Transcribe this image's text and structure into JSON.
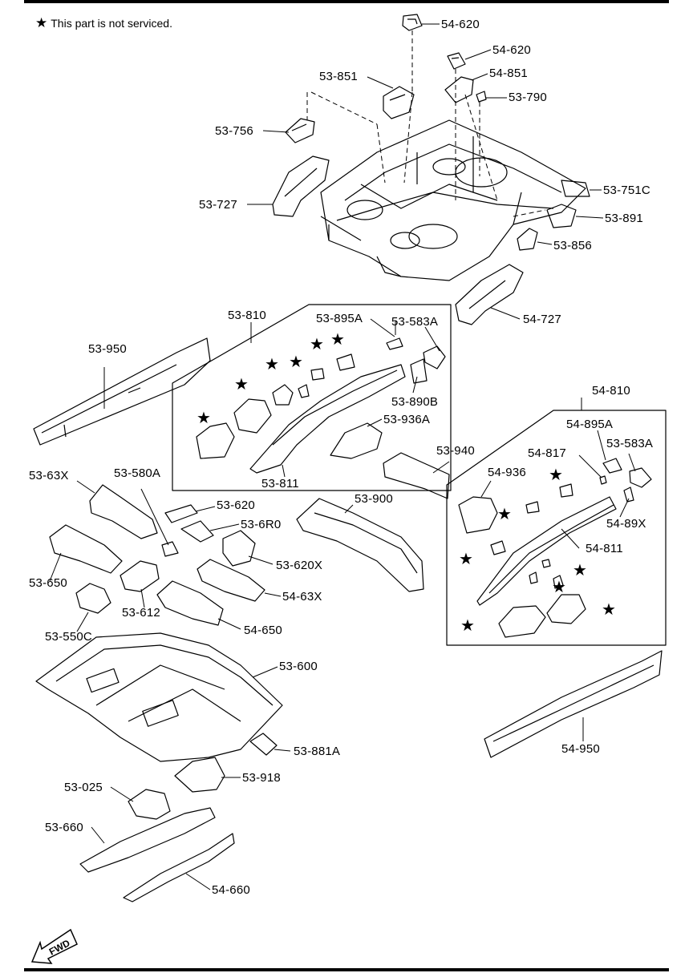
{
  "note": {
    "symbol": "★",
    "text": "This part is not serviced."
  },
  "fwd_label": "FWD",
  "labels": {
    "p54_620a": "54-620",
    "p54_620b": "54-620",
    "p53_851": "53-851",
    "p54_851": "54-851",
    "p53_790": "53-790",
    "p53_756": "53-756",
    "p53_727": "53-727",
    "p53_751C": "53-751C",
    "p53_891": "53-891",
    "p53_856": "53-856",
    "p54_727": "54-727",
    "p53_810": "53-810",
    "p53_895A": "53-895A",
    "p53_583A": "53-583A",
    "p53_950": "53-950",
    "p53_890B": "53-890B",
    "p53_936A": "53-936A",
    "p53_811": "53-811",
    "p54_810": "54-810",
    "p53_940": "53-940",
    "p54_895A": "54-895A",
    "p54_817": "54-817",
    "p53_583A_r": "53-583A",
    "p54_936": "54-936",
    "p54_89X": "54-89X",
    "p54_811": "54-811",
    "p53_63X": "53-63X",
    "p53_580A": "53-580A",
    "p53_620": "53-620",
    "p53_6R0": "53-6R0",
    "p53_900": "53-900",
    "p53_650": "53-650",
    "p53_620X": "53-620X",
    "p54_63X": "54-63X",
    "p53_612": "53-612",
    "p54_650": "54-650",
    "p53_550C": "53-550C",
    "p53_600": "53-600",
    "p54_950": "54-950",
    "p53_881A": "53-881A",
    "p53_918": "53-918",
    "p53_025": "53-025",
    "p53_660": "53-660",
    "p54_660": "54-660"
  }
}
